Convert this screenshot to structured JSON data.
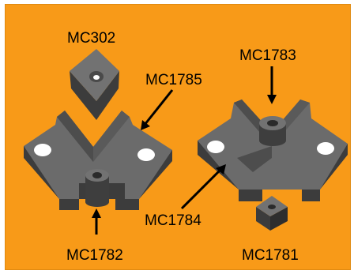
{
  "colors": {
    "background": "#f89a18",
    "part_top": "#6a6a6a",
    "part_side": "#4a4a4a",
    "part_dark": "#2e2e2e",
    "hole": "#ffffff",
    "arrow": "#000000"
  },
  "labels": {
    "mc302": "MC302",
    "mc1785": "MC1785",
    "mc1783": "MC1783",
    "mc1784": "MC1784",
    "mc1782": "MC1782",
    "mc1781": "MC1781"
  }
}
